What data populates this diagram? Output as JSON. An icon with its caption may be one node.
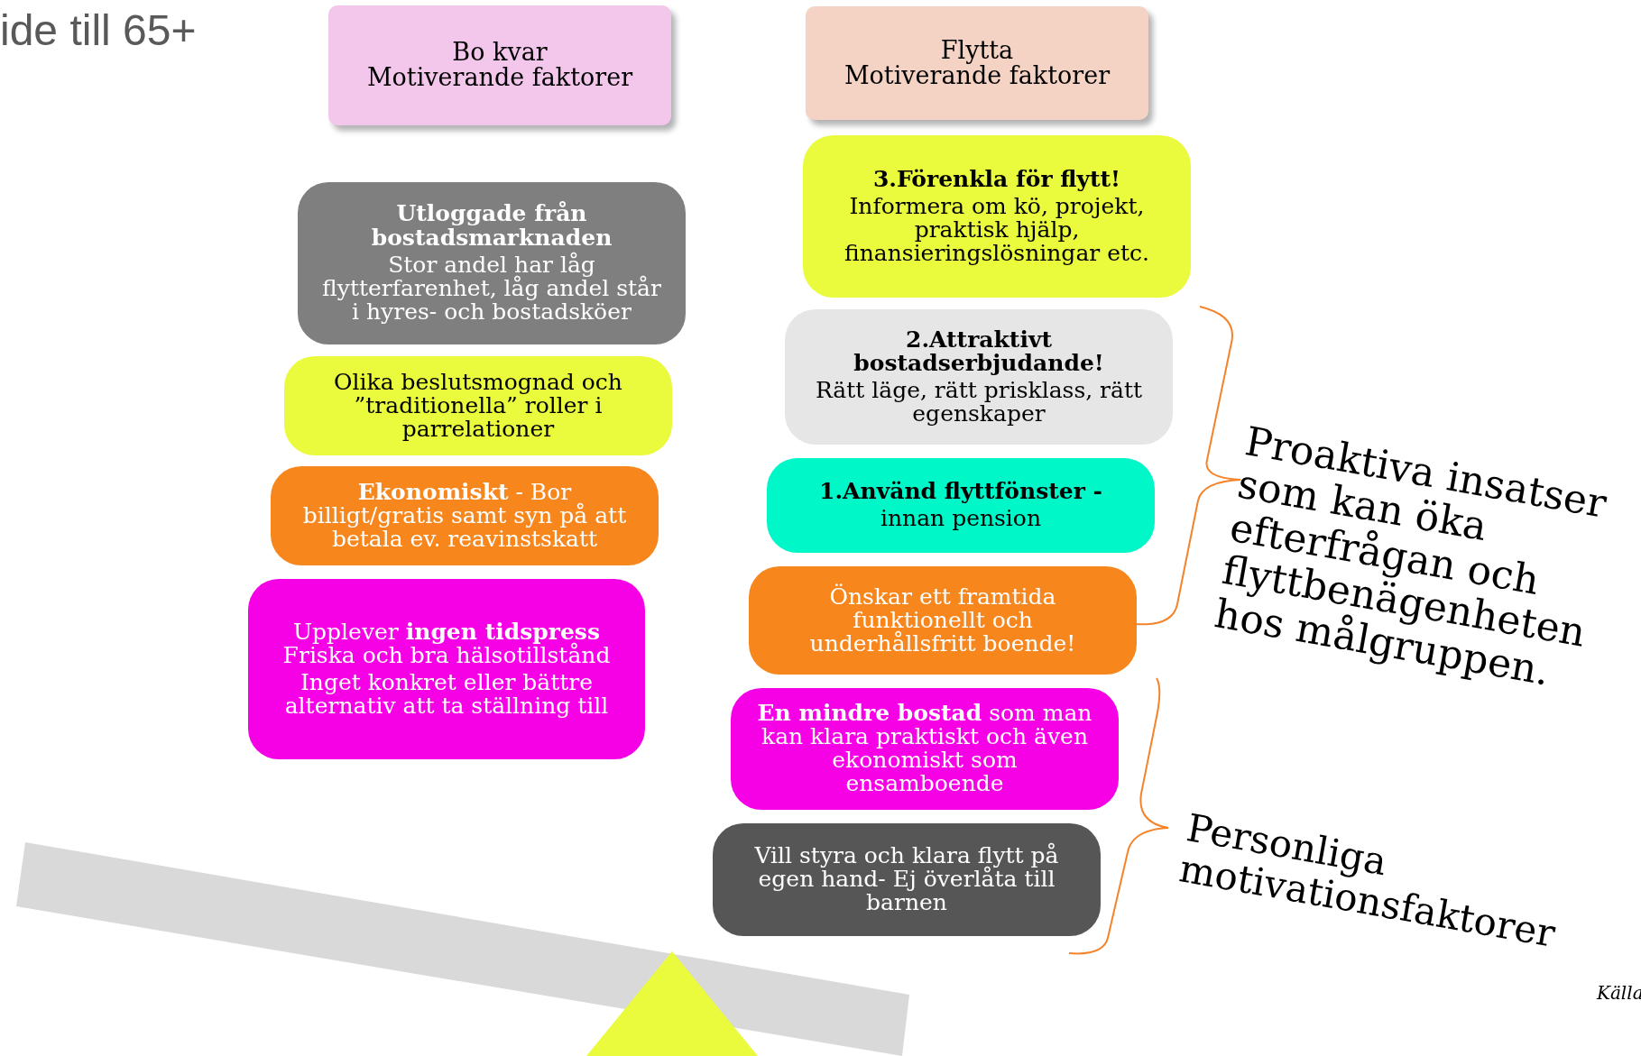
{
  "diagram": {
    "nodes": [
      {
        "text": [
          "Bo kvar",
          "Motiverande faktorer"
        ]
      },
      {
        "text": [
          "Flytta",
          "Motiverande faktorer"
        ]
      },
      {
        "text": [
          "Utloggade från bostadsmarknaden",
          "Stor andel har låg flytterfarenhet, låg andel står i hyres- och bostadsköer"
        ]
      },
      {
        "text": [
          "Olika beslutsmognad och ”traditionella” roller i parrelationer"
        ]
      },
      {
        "text": [
          "**Ekonomiskt** - Bor billigt/gratis samt syn på att betala ev. reavinstskatt"
        ]
      },
      {
        "text": [
          "Upplever **ingen tidspress** Friska och bra hälsotillstånd",
          "Inget konkret eller bättre alternativ att ta ställning till"
        ]
      },
      {
        "text": [
          "3.Förenkla för flytt!",
          "Informera om kö, projekt, praktisk hjälp, finansieringslösningar etc."
        ]
      },
      {
        "text": [
          "2.Attraktivt bostadserbjudande!",
          "Rätt läge, rätt prisklass, rätt egenskaper"
        ]
      },
      {
        "text": [
          "1.Använd flyttfönster -",
          "innan pension"
        ]
      },
      {
        "text": [
          "Önskar ett framtida funktionellt och underhållsfritt boende!"
        ]
      },
      {
        "text": [
          "**En mindre bostad** som man kan klara praktiskt och även ekonomiskt som ensamboende"
        ]
      },
      {
        "text": [
          "Vill styra och klara flytt på egen hand- Ej överlåta till barnen"
        ]
      }
    ],
    "edges": [],
    "labels": [
      "ide till 65+",
      "Proaktiva insatser som kan öka efterfrågan och flyttbenägenheten hos målgruppen.",
      "Personliga motivationsfaktorer",
      "Källa"
    ]
  }
}
